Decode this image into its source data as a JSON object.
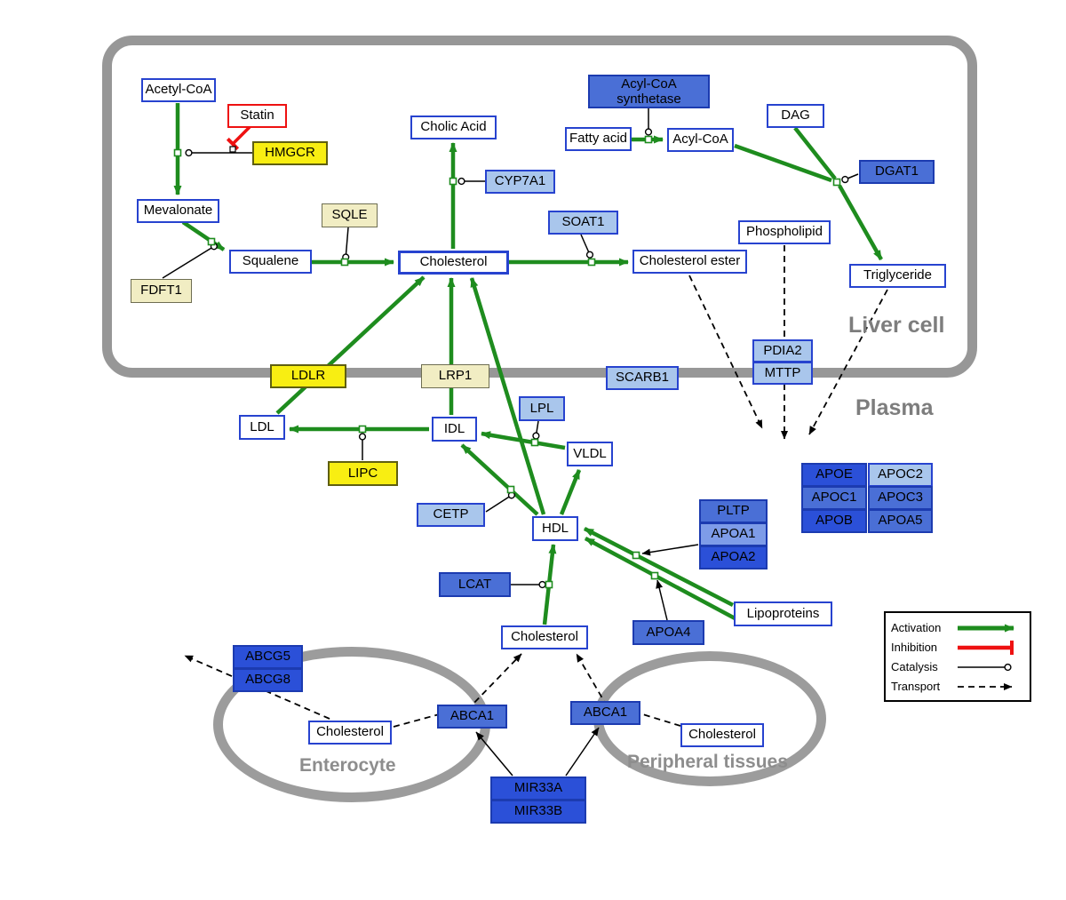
{
  "regions": {
    "liver": "Liver cell",
    "plasma": "Plasma",
    "enterocyte": "Enterocyte",
    "peripheral": "Peripheral tissues"
  },
  "legend": {
    "activation": "Activation",
    "inhibition": "Inhibition",
    "catalysis": "Catalysis",
    "transport": "Transport"
  },
  "colors": {
    "activation_green": "#1e8c1e",
    "inhibition_red": "#ee1111",
    "membrane_gray": "#9c9c9c",
    "node_border_blue": "#2743cf",
    "bright_yellow": "#f8ee12",
    "pale_yellow": "#f1edc3",
    "light_blue": "#a9c6ec",
    "medium_blue": "#4a6fd6",
    "dark_blue": "#2b50d8"
  },
  "nodes": {
    "acetyl_coa": "Acetyl-CoA",
    "statin": "Statin",
    "hmgcr": "HMGCR",
    "mevalonate": "Mevalonate",
    "fdft1": "FDFT1",
    "squalene": "Squalene",
    "sqle": "SQLE",
    "cholesterol_liver": "Cholesterol",
    "cholic_acid": "Cholic Acid",
    "cyp7a1": "CYP7A1",
    "soat1": "SOAT1",
    "cholesterol_ester": "Cholesterol ester",
    "acyl_coa_synthetase_line1": "Acyl-CoA",
    "acyl_coa_synthetase_line2": "synthetase",
    "fatty_acid": "Fatty acid",
    "acyl_coa": "Acyl-CoA",
    "dag": "DAG",
    "dgat1": "DGAT1",
    "phospholipid": "Phospholipid",
    "triglyceride": "Triglyceride",
    "pdia2": "PDIA2",
    "mttp": "MTTP",
    "ldlr": "LDLR",
    "lrp1": "LRP1",
    "scarb1": "SCARB1",
    "ldl": "LDL",
    "idl": "IDL",
    "lpl": "LPL",
    "vldl": "VLDL",
    "lipc": "LIPC",
    "cetp": "CETP",
    "hdl": "HDL",
    "pltp": "PLTP",
    "apoa1": "APOA1",
    "apoa2": "APOA2",
    "apoe": "APOE",
    "apoc2": "APOC2",
    "apoc1": "APOC1",
    "apoc3": "APOC3",
    "apob": "APOB",
    "apoa5": "APOA5",
    "lcat": "LCAT",
    "apoa4": "APOA4",
    "lipoproteins": "Lipoproteins",
    "cholesterol_center": "Cholesterol",
    "abcg5": "ABCG5",
    "abcg8": "ABCG8",
    "cholesterol_enterocyte": "Cholesterol",
    "abca1_left": "ABCA1",
    "abca1_right": "ABCA1",
    "cholesterol_peripheral": "Cholesterol",
    "mir33a": "MIR33A",
    "mir33b": "MIR33B"
  }
}
